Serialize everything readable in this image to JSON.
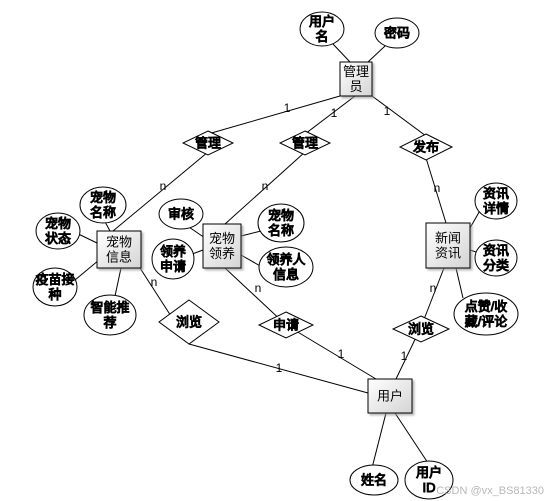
{
  "entities": {
    "admin": [
      "管理",
      "员"
    ],
    "pet": [
      "宠物",
      "信息"
    ],
    "adopt": [
      "宠物",
      "领养"
    ],
    "news": [
      "新闻",
      "资讯"
    ],
    "user": [
      "用户"
    ]
  },
  "attributes": {
    "username": [
      "用户",
      "名"
    ],
    "password": [
      "密码"
    ],
    "pet_name_1": [
      "宠物",
      "名称"
    ],
    "pet_status": [
      "宠物",
      "状态"
    ],
    "vaccine": [
      "疫苗接",
      "种"
    ],
    "recommend": [
      "智能推",
      "荐"
    ],
    "review": [
      "审核"
    ],
    "adopt_apply": [
      "领养",
      "申请"
    ],
    "pet_name_2": [
      "宠物",
      "名称"
    ],
    "adopter_info": [
      "领养人",
      "信息"
    ],
    "news_detail": [
      "资讯",
      "详情"
    ],
    "news_category": [
      "资讯",
      "分类"
    ],
    "interactions": [
      "点赞/收",
      "藏/评论"
    ],
    "user_name": [
      "姓名"
    ],
    "user_id": [
      "用户",
      "ID"
    ]
  },
  "relationships": {
    "manage_pet": "管理",
    "manage_adopt": "管理",
    "publish": "发布",
    "browse_pet": "浏览",
    "apply": "申请",
    "browse_news": "浏览"
  },
  "cardinalities": {
    "admin_manage_pet": "1",
    "manage_pet_pet": "n",
    "admin_manage_adopt": "1",
    "manage_adopt_adopt": "n",
    "admin_publish": "1",
    "publish_news": "n",
    "pet_browse": "n",
    "browse_user": "1",
    "adopt_apply": "n",
    "apply_user": "1",
    "news_browse": "n",
    "browse_news_user": "1"
  },
  "watermark": "CSDN @vx_BS81330"
}
